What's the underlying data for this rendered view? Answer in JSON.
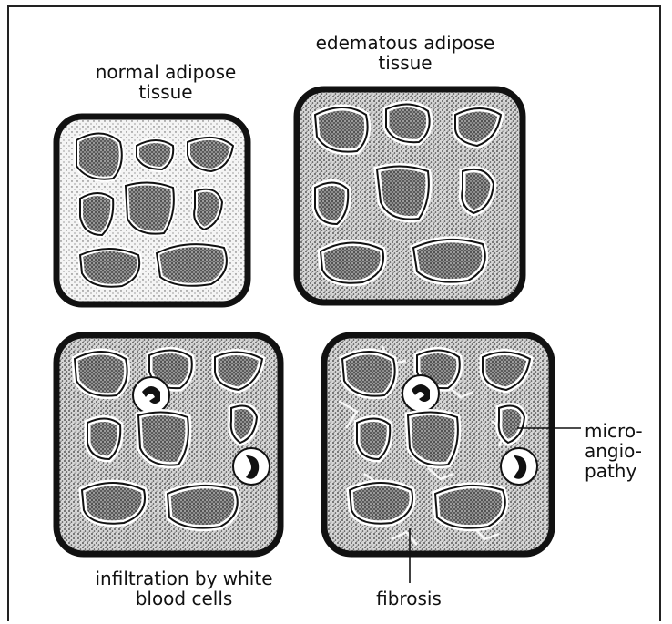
{
  "labels": {
    "normal": "normal adipose\ntissue",
    "edematous": "edematous adipose\ntissue",
    "infiltration": "infiltration by white\nblood cells",
    "fibrosis": "fibrosis",
    "microangiopathy": "micro-\nangio-\npathy"
  },
  "panels": [
    {
      "name": "normal",
      "stippling": "light",
      "white_blood_cells": 0,
      "fibrosis": false
    },
    {
      "name": "edematous",
      "stippling": "dense",
      "white_blood_cells": 0,
      "fibrosis": false
    },
    {
      "name": "infiltration",
      "stippling": "dense",
      "white_blood_cells": 2,
      "fibrosis": false
    },
    {
      "name": "fibrosis",
      "stippling": "dense",
      "white_blood_cells": 2,
      "fibrosis": true
    }
  ],
  "colors": {
    "ink": "#111111",
    "fat": "#7a7a7a",
    "membrane": "#ffffff",
    "matrix": "#d8d8d8"
  }
}
